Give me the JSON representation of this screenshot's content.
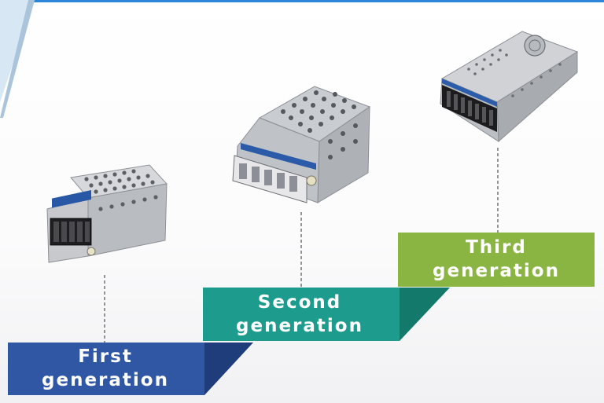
{
  "steps": [
    {
      "line1": "First",
      "line2": "generation",
      "color": "#2f57a4"
    },
    {
      "line1": "Second",
      "line2": "generation",
      "color": "#1d9c8d"
    },
    {
      "line1": "Third",
      "line2": "generation",
      "color": "#8bb543"
    }
  ],
  "colors": {
    "top_bar": "#2d86d9",
    "connector": "#7c7c7c"
  },
  "devices": [
    {
      "icon": "small-power-supply-icon"
    },
    {
      "icon": "medium-power-supply-icon"
    },
    {
      "icon": "large-power-supply-icon"
    }
  ]
}
